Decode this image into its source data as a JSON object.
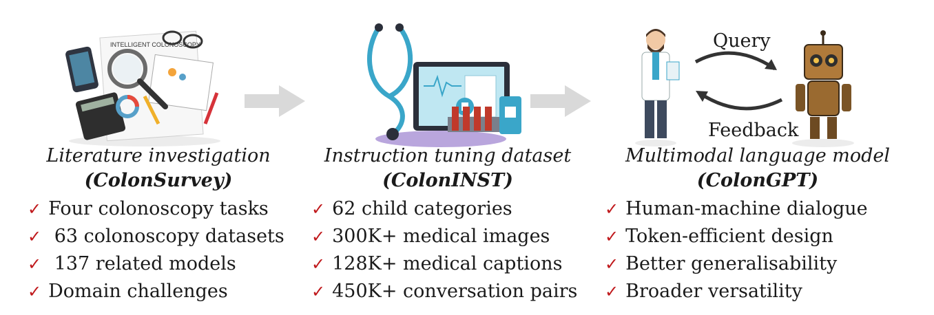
{
  "columns": [
    {
      "title": "Literature investigation",
      "subtitle": "(ColonSurvey)",
      "paper_heading": "INTELLIGENT COLONOSCOPY",
      "bullets": [
        "Four colonoscopy tasks",
        " 63 colonoscopy datasets",
        " 137 related models",
        "Domain challenges"
      ]
    },
    {
      "title": "Instruction tuning dataset",
      "subtitle": "(ColonINST)",
      "bullets": [
        "62 child categories",
        "300K+ medical images",
        "128K+ medical captions",
        "450K+ conversation pairs"
      ]
    },
    {
      "title": "Multimodal language model",
      "subtitle": "(ColonGPT)",
      "query_label": "Query",
      "feedback_label": "Feedback",
      "bullets": [
        "Human-machine dialogue",
        "Token-efficient design",
        "Better generalisability",
        "Broader versatility"
      ]
    }
  ],
  "check_symbol": "✓",
  "colors": {
    "check": "#c0191c",
    "arrow": "#d9d9d9",
    "monitor": "#2b2f3a",
    "screen": "#bfe7f2",
    "stethoscope": "#3aa6c9"
  }
}
